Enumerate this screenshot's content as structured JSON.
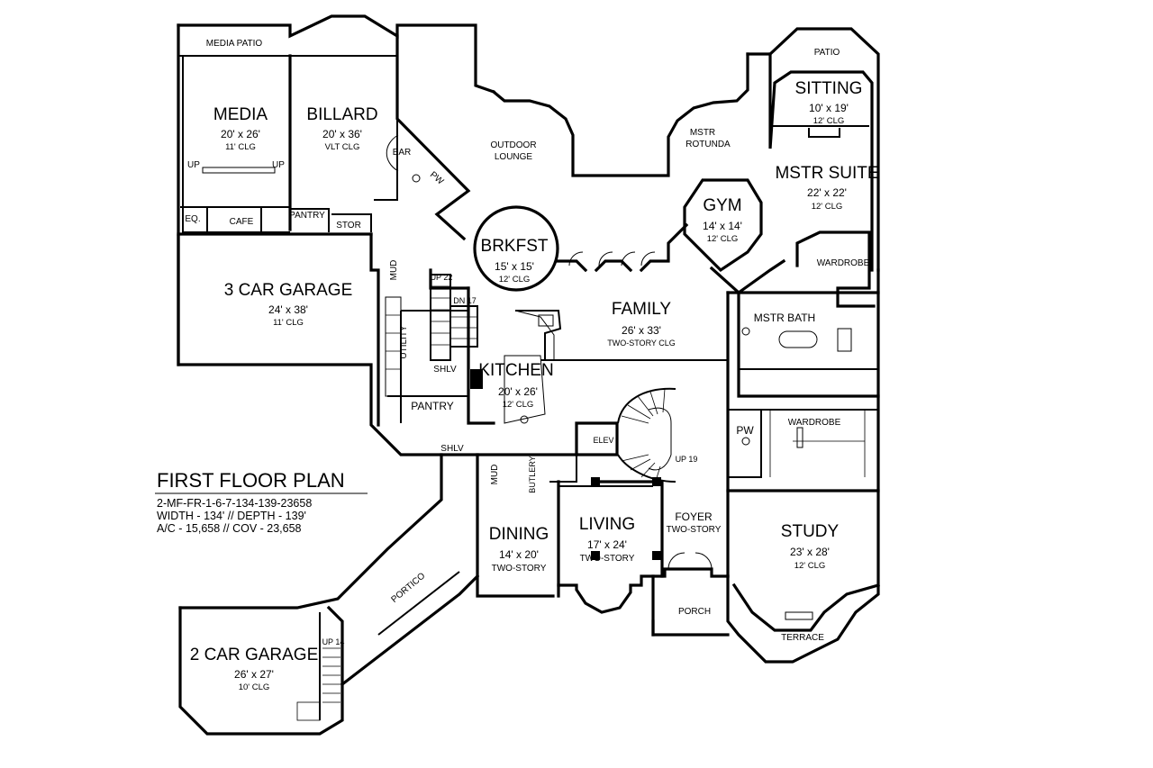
{
  "plan": {
    "title": "FIRST FLOOR PLAN",
    "spec_lines": [
      "2-MF-FR-1-6-7-134-139-23658",
      "WIDTH - 134' // DEPTH - 139'",
      "A/C - 15,658 // COV - 23,658"
    ]
  },
  "rooms": {
    "media_patio": "MEDIA PATIO",
    "media": {
      "name": "MEDIA",
      "dim": "20' x 26'",
      "clg": "11' CLG"
    },
    "billard": {
      "name": "BILLARD",
      "dim": "20' x 36'",
      "clg": "VLT CLG"
    },
    "bar": "BAR",
    "pw1": "PW",
    "outdoor_lounge": [
      "OUTDOOR",
      "LOUNGE"
    ],
    "mstr_rotunda": [
      "MSTR",
      "ROTUNDA"
    ],
    "patio": "PATIO",
    "sitting": {
      "name": "SITTING",
      "dim": "10' x 19'",
      "clg": "12' CLG"
    },
    "mstr_suite": {
      "name": "MSTR SUITE",
      "dim": "22' x 22'",
      "clg": "12' CLG"
    },
    "gym": {
      "name": "GYM",
      "dim": "14' x 14'",
      "clg": "12' CLG"
    },
    "eq": "EQ.",
    "cafe": "CAFE",
    "pantry_small": "PANTRY",
    "stor": "STOR",
    "brkfst": {
      "name": "BRKFST",
      "dim": "15' x 15'",
      "clg": "12' CLG"
    },
    "wardrobe1": "WARDROBE",
    "garage3": {
      "name": "3 CAR GARAGE",
      "dim": "24' x 38'",
      "clg": "11' CLG"
    },
    "mud1": "MUD",
    "up22": "UP 22",
    "dn17": "DN 17",
    "family": {
      "name": "FAMILY",
      "dim": "26' x 33'",
      "clg": "TWO-STORY CLG"
    },
    "mstr_bath": "MSTR BATH",
    "utility": "UTILITY",
    "shlv1": "SHLV",
    "kitchen": {
      "name": "KITCHEN",
      "dim": "20' x 26'",
      "clg": "12' CLG"
    },
    "pantry": "PANTRY",
    "wardrobe2": "WARDROBE",
    "pw2": "PW",
    "elev": "ELEV",
    "shlv2": "SHLV",
    "up19": "UP 19",
    "mud2": "MUD",
    "butlery": "BUTLERY",
    "dining": {
      "name": "DINING",
      "dim": "14' x 20'",
      "clg": "TWO-STORY"
    },
    "living": {
      "name": "LIVING",
      "dim": "17' x 24'",
      "clg": "TWO-STORY"
    },
    "foyer": {
      "name": "FOYER",
      "clg": "TWO-STORY"
    },
    "study": {
      "name": "STUDY",
      "dim": "23' x 28'",
      "clg": "12' CLG"
    },
    "porch": "PORCH",
    "terrace": "TERRACE",
    "portico": "PORTICO",
    "garage2": {
      "name": "2 CAR GARAGE",
      "dim": "26' x 27'",
      "clg": "10' CLG"
    },
    "up14": "UP 14",
    "up_left": "UP",
    "up_right": "UP"
  }
}
